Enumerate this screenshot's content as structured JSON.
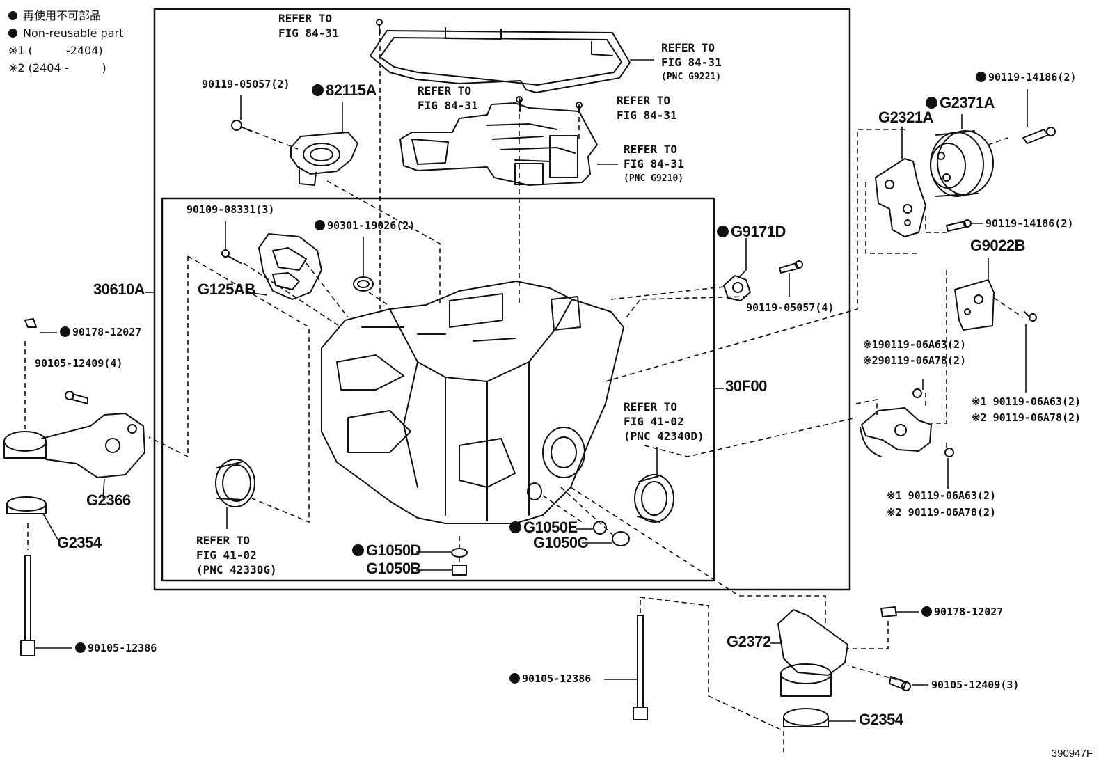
{
  "legend": {
    "line1": "再使用不可部品",
    "line2": "Non-reusable part",
    "note1": "※1 (　　　-2404)",
    "note2": "※2 (2404 -　　　)"
  },
  "labels": {
    "refer_top_a": [
      "REFER TO",
      "FIG 84-31"
    ],
    "refer_pan": [
      "REFER TO",
      "FIG 84-31",
      "(PNC G9221)"
    ],
    "refer_mid_a": [
      "REFER TO",
      "FIG 84-31"
    ],
    "refer_mid_b": [
      "REFER TO",
      "FIG 84-31"
    ],
    "refer_valve": [
      "REFER TO",
      "FIG 84-31",
      "(PNC G9210)"
    ],
    "refer_seal_right": [
      "REFER TO",
      "FIG 41-02",
      "(PNC 42340D)"
    ],
    "refer_seal_left": [
      "REFER TO",
      "FIG 41-02",
      "(PNC 42330G)"
    ],
    "p_90119_05057_2": "90119-05057(2)",
    "p_82115A": "82115A",
    "p_90119_14186_2_top": "90119-14186(2)",
    "p_G2371A": "G2371A",
    "p_G2321A": "G2321A",
    "p_90119_14186_2_bot": "90119-14186(2)",
    "p_90109_08331_3": "90109-08331(3)",
    "p_90301_19026_2": "90301-19026(2)",
    "p_G9171D": "G9171D",
    "p_G9022B": "G9022B",
    "p_30610A": "30610A",
    "p_G125AB": "G125AB",
    "p_90119_05057_4": "90119-05057(4)",
    "p_90178_12027_left": "90178-12027",
    "p_90105_12409_4": "90105-12409(4)",
    "p_30F00": "30F00",
    "p_x1_06A63_a": "※190119-06A63(2)",
    "p_x2_06A78_a": "※290119-06A78(2)",
    "p_x1_06A63_b": "※1 90119-06A63(2)",
    "p_x2_06A78_b": "※2 90119-06A78(2)",
    "p_x1_06A63_c": "※1 90119-06A63(2)",
    "p_x2_06A78_c": "※2 90119-06A78(2)",
    "p_G2366": "G2366",
    "p_G2354_left": "G2354",
    "p_G1050E": "G1050E",
    "p_G1050C": "G1050C",
    "p_G1050D": "G1050D",
    "p_G1050B": "G1050B",
    "p_90178_12027_right": "90178-12027",
    "p_G2372": "G2372",
    "p_90105_12386_left": "90105-12386",
    "p_90105_12386_mid": "90105-12386",
    "p_90105_12409_3": "90105-12409(3)",
    "p_G2354_right": "G2354"
  },
  "diagram_code": "390947F"
}
